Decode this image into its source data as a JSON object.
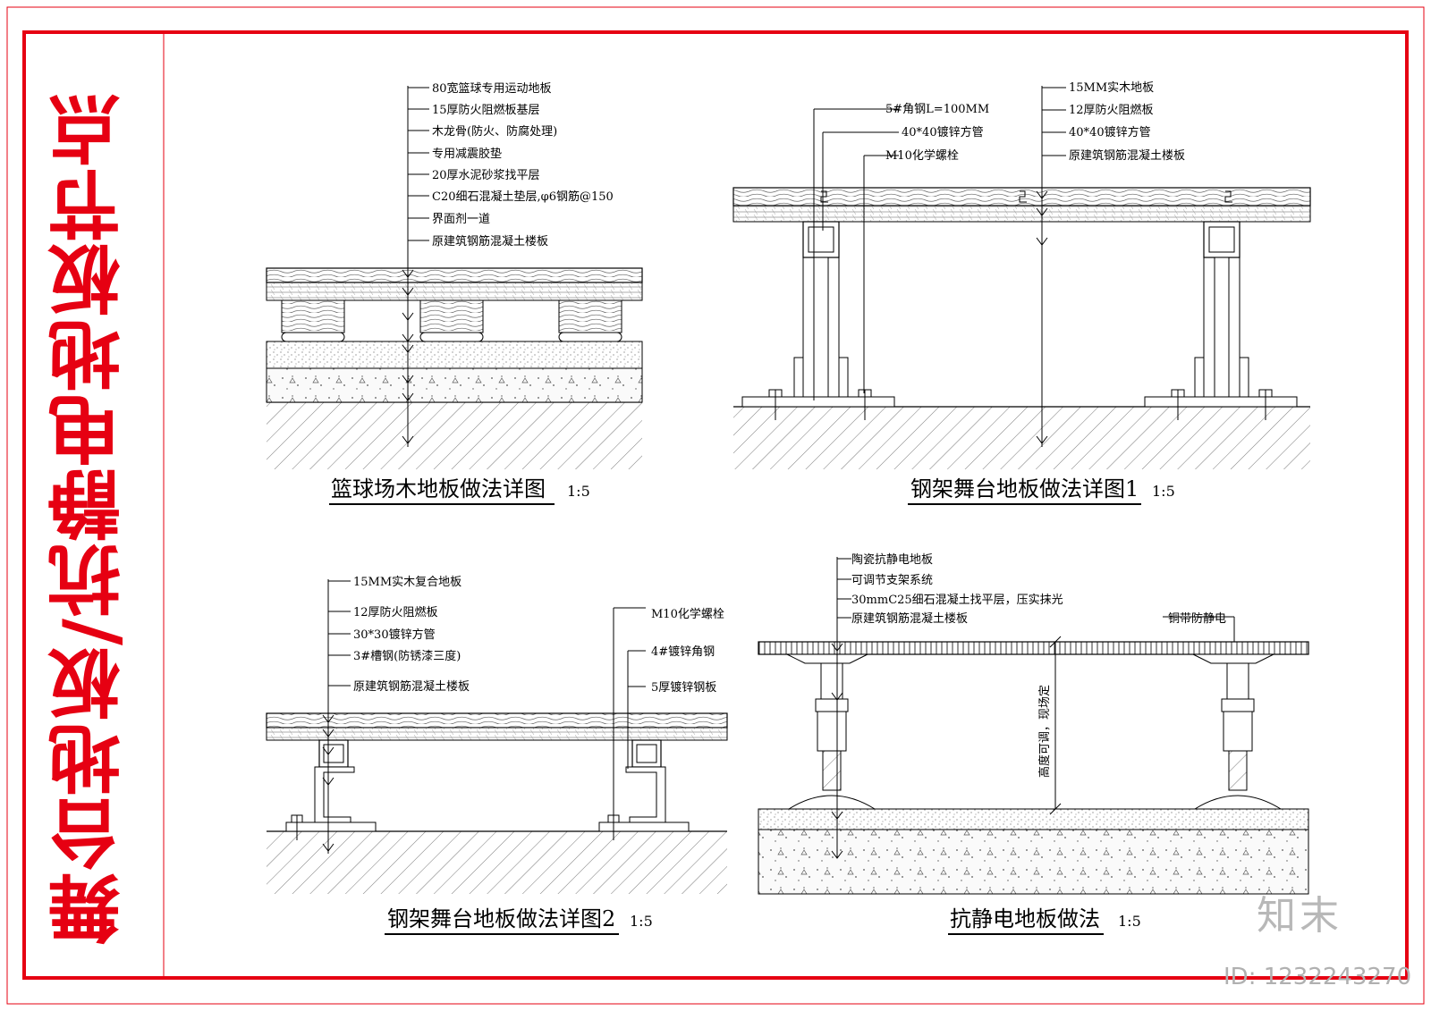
{
  "side_title": "舞台地板/抗静电地板节点",
  "watermark": {
    "brand": "知末",
    "id_text": "ID: 1232243270"
  },
  "details": [
    {
      "title": "篮球场木地板做法详图",
      "scale": "1:5",
      "layers": [
        "80宽篮球专用运动地板",
        "15厚防火阻燃板基层",
        "木龙骨(防火、防腐处理)",
        "专用减震胶垫",
        "20厚水泥砂浆找平层",
        "C20细石混凝土垫层,φ6钢筋@150",
        "界面剂一道",
        "原建筑钢筋混凝土楼板"
      ]
    },
    {
      "title": "钢架舞台地板做法详图1",
      "scale": "1:5",
      "left_labels": [
        "5#角钢L=100MM",
        "40*40镀锌方管",
        "M10化学螺栓"
      ],
      "right_labels": [
        "15MM实木地板",
        "12厚防火阻燃板",
        "40*40镀锌方管",
        "原建筑钢筋混凝土楼板"
      ]
    },
    {
      "title": "钢架舞台地板做法详图2",
      "scale": "1:5",
      "left_labels": [
        "15MM实木复合地板",
        "12厚防火阻燃板",
        "30*30镀锌方管",
        "3#槽钢(防锈漆三度)",
        "原建筑钢筋混凝土楼板"
      ],
      "right_labels": [
        "M10化学螺栓",
        "4#镀锌角钢",
        "5厚镀锌钢板"
      ]
    },
    {
      "title": "抗静电地板做法",
      "scale": "1:5",
      "layers": [
        "陶瓷抗静电地板",
        "可调节支架系统",
        "30mmC25细石混凝土找平层，压实抹光",
        "原建筑钢筋混凝土楼板"
      ],
      "side_label": "铜带防静电",
      "height_note": "高度可调，现场定"
    }
  ]
}
